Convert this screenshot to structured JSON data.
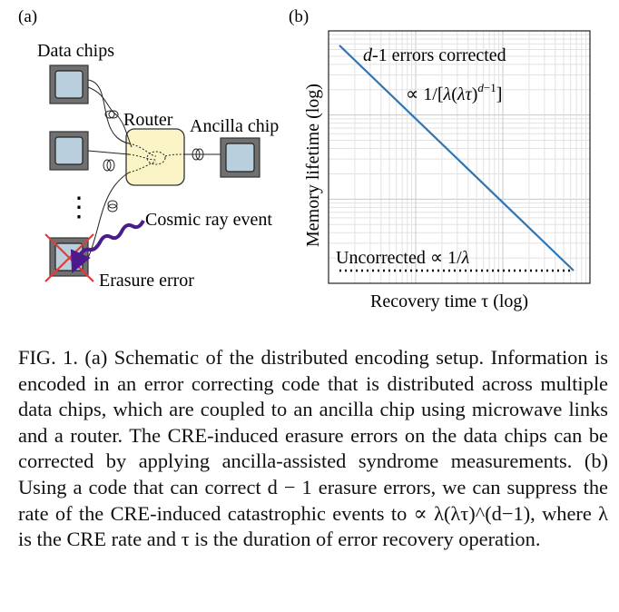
{
  "panel_a": {
    "label": "(a)",
    "data_chips_label": "Data chips",
    "router_label": "Router",
    "ancilla_label": "Ancilla chip",
    "ellipsis": "⋮",
    "cosmic_label": "Cosmic ray event",
    "erasure_label": "Erasure error"
  },
  "panel_b": {
    "label": "(b)",
    "ylabel": "Memory lifetime (log)",
    "xlabel": "Recovery time τ (log)",
    "corrected_label": "d-1 errors corrected",
    "corrected_formula": "∝ 1/[λ(λτ)^(d−1)]",
    "uncorrected_label": "Uncorrected ∝ 1/λ"
  },
  "chart_data": {
    "type": "line",
    "xlabel": "Recovery time τ (log)",
    "ylabel": "Memory lifetime (log)",
    "grid": true,
    "log_x": true,
    "log_y": true,
    "series": [
      {
        "name": "d-1 errors corrected",
        "style": "solid",
        "color": "#2e75b6",
        "x": [
          0.0,
          1.0
        ],
        "y": [
          1.0,
          0.0
        ]
      },
      {
        "name": "Uncorrected",
        "style": "dotted",
        "color": "#000000",
        "x": [
          0.0,
          1.0
        ],
        "y": [
          0.0,
          0.0
        ]
      }
    ]
  },
  "caption": {
    "prefix": "FIG. 1.",
    "text": " (a) Schematic of the distributed encoding setup. Information is encoded in an error correcting code that is distributed across multiple data chips, which are coupled to an ancilla chip using microwave links and a router. The CRE-induced erasure errors on the data chips can be corrected by applying ancilla-assisted syndrome measurements. (b) Using a code that can correct d − 1 erasure errors, we can suppress the rate of the CRE-induced catastrophic events to ∝ λ(λτ)^(d−1), where λ is the CRE rate and τ is the duration of error recovery operation."
  }
}
